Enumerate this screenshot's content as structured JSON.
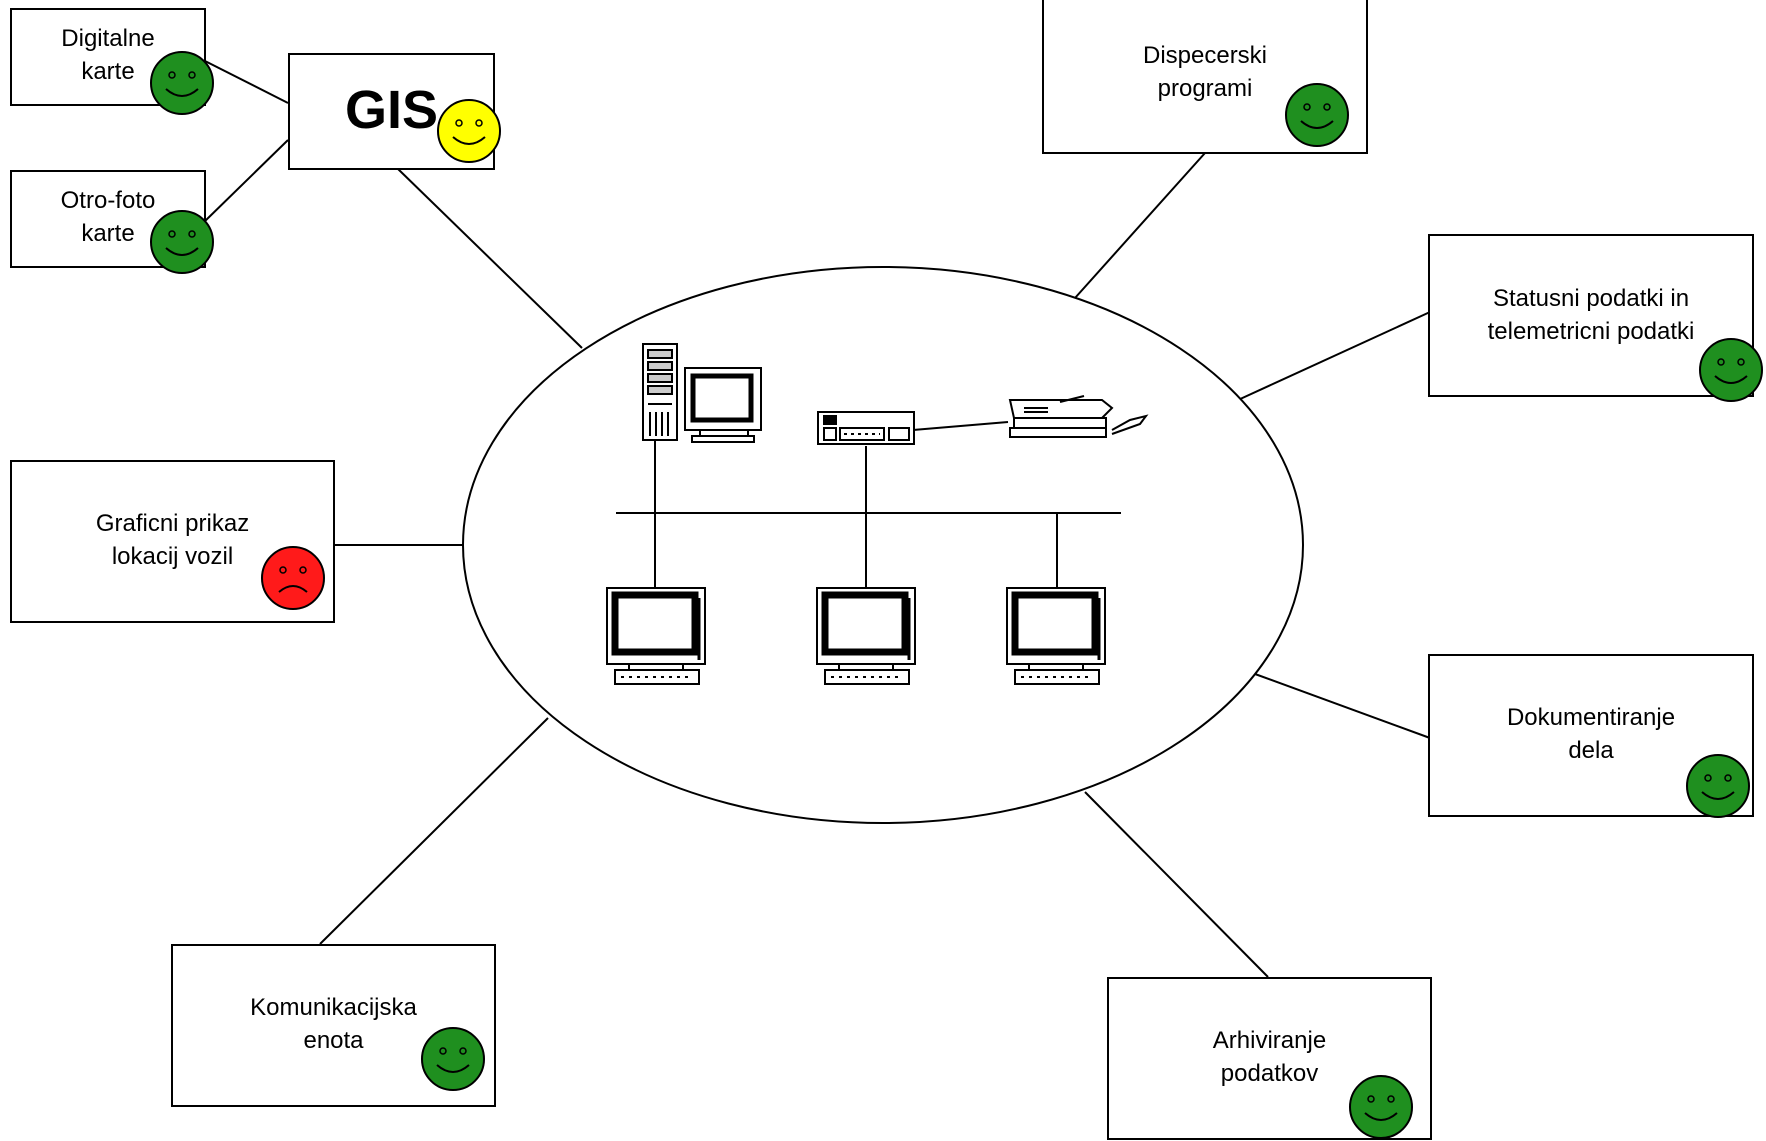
{
  "colors": {
    "happy": "#1f8f1f",
    "neutral": "#ffff00",
    "sad": "#ff1a1a",
    "line": "#000000"
  },
  "diagram": {
    "gis": {
      "label": "GIS",
      "status": "neutral"
    },
    "digitalne_karte": {
      "label": "Digitalne\nkarte",
      "status": "happy"
    },
    "orto_foto_karte": {
      "label": "Otro-foto\nkarte",
      "status": "happy"
    },
    "dispecerski_programi": {
      "label": "Dispecerski\nprogrami",
      "status": "happy"
    },
    "statusni_podatki": {
      "label": "Statusni podatki in\ntelemetricni podatki",
      "status": "happy"
    },
    "graficni_prikaz": {
      "label": "Graficni prikaz\nlokacij vozil",
      "status": "sad"
    },
    "dokumentiranje": {
      "label": "Dokumentiranje\ndela",
      "status": "happy"
    },
    "komunikacijska_enota": {
      "label": "Komunikacijska\nenota",
      "status": "happy"
    },
    "arhiviranje": {
      "label": "Arhiviranje\npodatkov",
      "status": "happy"
    }
  },
  "network_icons": [
    "server-tower-icon",
    "monitor-icon",
    "network-hub-icon",
    "printer-icon",
    "workstation-icon"
  ]
}
